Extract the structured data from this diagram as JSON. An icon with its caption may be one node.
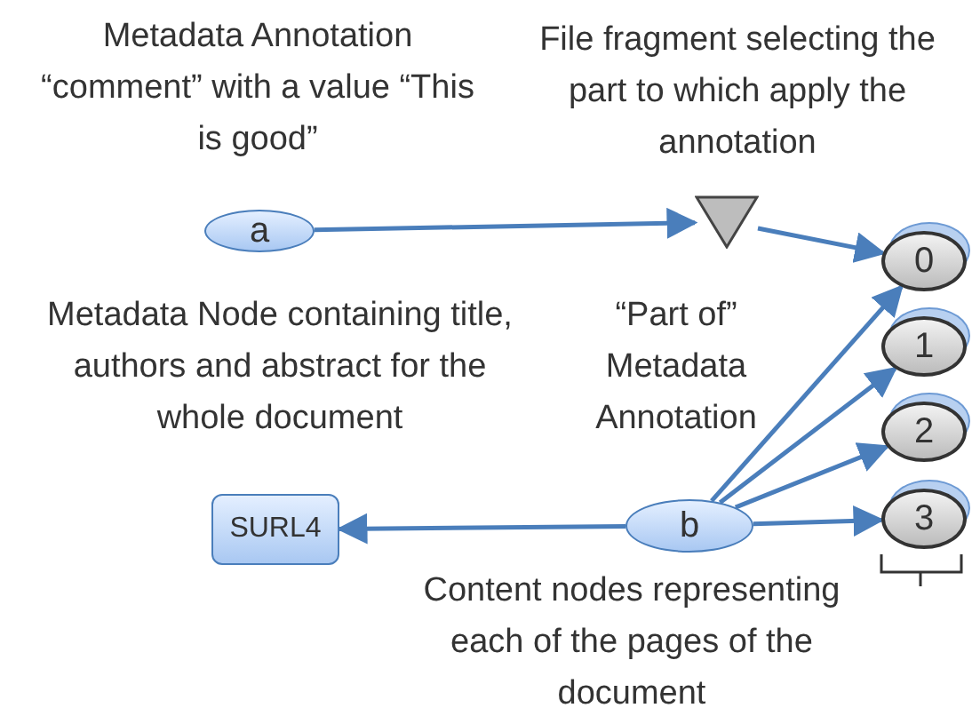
{
  "diagram": {
    "nodes": [
      {
        "text": [
          "a"
        ]
      },
      {
        "text": [],
        "shape": "triangle"
      },
      {
        "text": [
          "0"
        ]
      },
      {
        "text": [
          "1"
        ]
      },
      {
        "text": [
          "2"
        ]
      },
      {
        "text": [
          "3"
        ]
      },
      {
        "text": [
          "b"
        ]
      },
      {
        "text": [
          "SURL4"
        ]
      }
    ],
    "edges": [
      {
        "from": 0,
        "to": 1,
        "arrow": "to"
      },
      {
        "from": 1,
        "to": 2,
        "arrow": "to"
      },
      {
        "from": 6,
        "to": 2,
        "arrow": "to"
      },
      {
        "from": 6,
        "to": 3,
        "arrow": "to"
      },
      {
        "from": 6,
        "to": 4,
        "arrow": "to"
      },
      {
        "from": 6,
        "to": 5,
        "arrow": "to"
      },
      {
        "from": 6,
        "to": 7,
        "arrow": "to"
      }
    ],
    "labels": [
      "Metadata Annotation “comment” with a value “This is good”",
      "File fragment selecting the part to which apply the annotation",
      "Metadata Node containing title, authors and abstract for the whole document",
      "“Part of” Metadata Annotation",
      "Content nodes representing each of the pages of the document"
    ]
  }
}
